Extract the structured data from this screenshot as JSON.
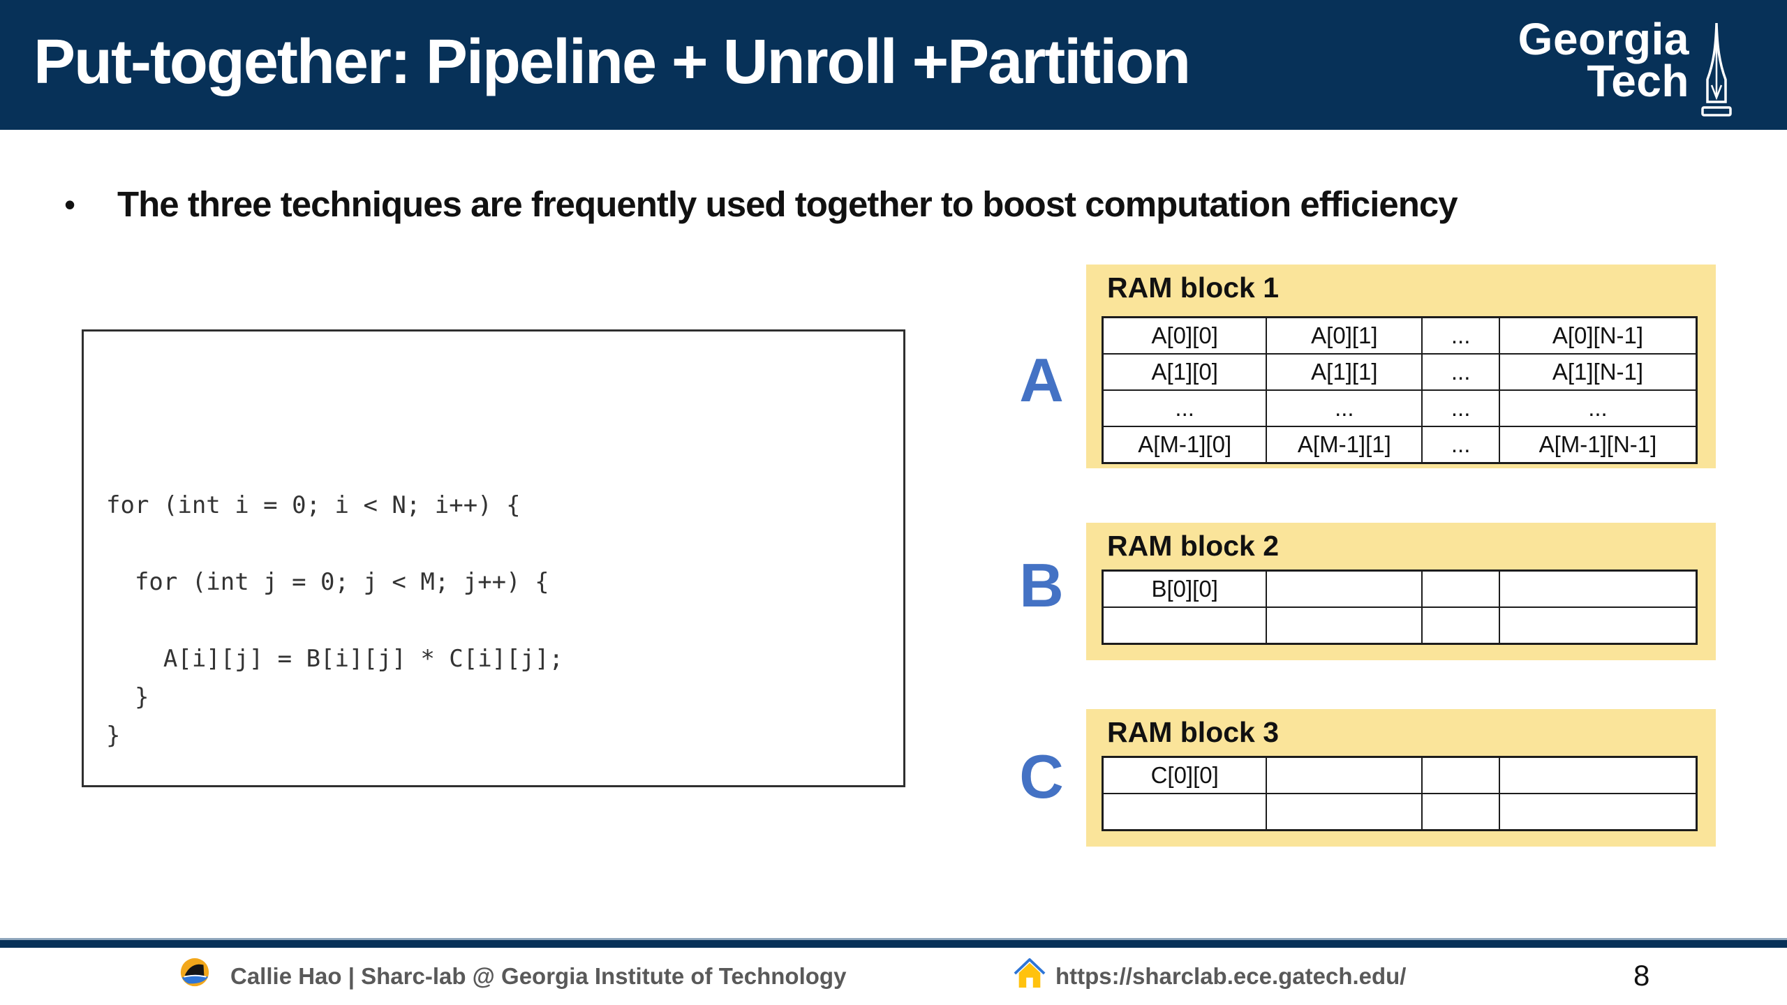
{
  "header": {
    "title": "Put-together: Pipeline + Unroll +Partition",
    "logo": {
      "line1": "Georgia",
      "line2": "Tech",
      "icon": "tech-tower-icon"
    }
  },
  "bullet": {
    "glyph": "•",
    "text": "The three techniques are frequently used together to boost computation efficiency"
  },
  "code": {
    "text": "for (int i = 0; i < N; i++) {\n\n  for (int j = 0; j < M; j++) {\n\n    A[i][j] = B[i][j] * C[i][j];\n  }\n}"
  },
  "ram_blocks": [
    {
      "label": "A",
      "title": "RAM block 1",
      "rows": [
        [
          "A[0][0]",
          "A[0][1]",
          "...",
          "A[0][N-1]"
        ],
        [
          "A[1][0]",
          "A[1][1]",
          "...",
          "A[1][N-1]"
        ],
        [
          "...",
          "...",
          "...",
          "..."
        ],
        [
          "A[M-1][0]",
          "A[M-1][1]",
          "...",
          "A[M-1][N-1]"
        ]
      ]
    },
    {
      "label": "B",
      "title": "RAM block 2",
      "rows": [
        [
          "B[0][0]",
          "",
          "",
          ""
        ],
        [
          "",
          "",
          "",
          ""
        ]
      ]
    },
    {
      "label": "C",
      "title": "RAM block 3",
      "rows": [
        [
          "C[0][0]",
          "",
          "",
          ""
        ],
        [
          "",
          "",
          "",
          ""
        ]
      ]
    }
  ],
  "footer": {
    "credit": "Callie Hao | Sharc-lab @ Georgia Institute of Technology",
    "url": "https://sharclab.ece.gatech.edu/",
    "page_number": "8",
    "icons": [
      "sharc-lab-logo-icon",
      "home-icon"
    ]
  },
  "colors": {
    "navy": "#073158",
    "panel_yellow": "#FAE49A",
    "matrix_label_blue": "#4472C4",
    "footer_text_gray": "#595959",
    "home_icon_yellow": "#FFC20E",
    "sharc_logo_orange": "#F2A71B",
    "water_blue": "#2E75D6"
  }
}
